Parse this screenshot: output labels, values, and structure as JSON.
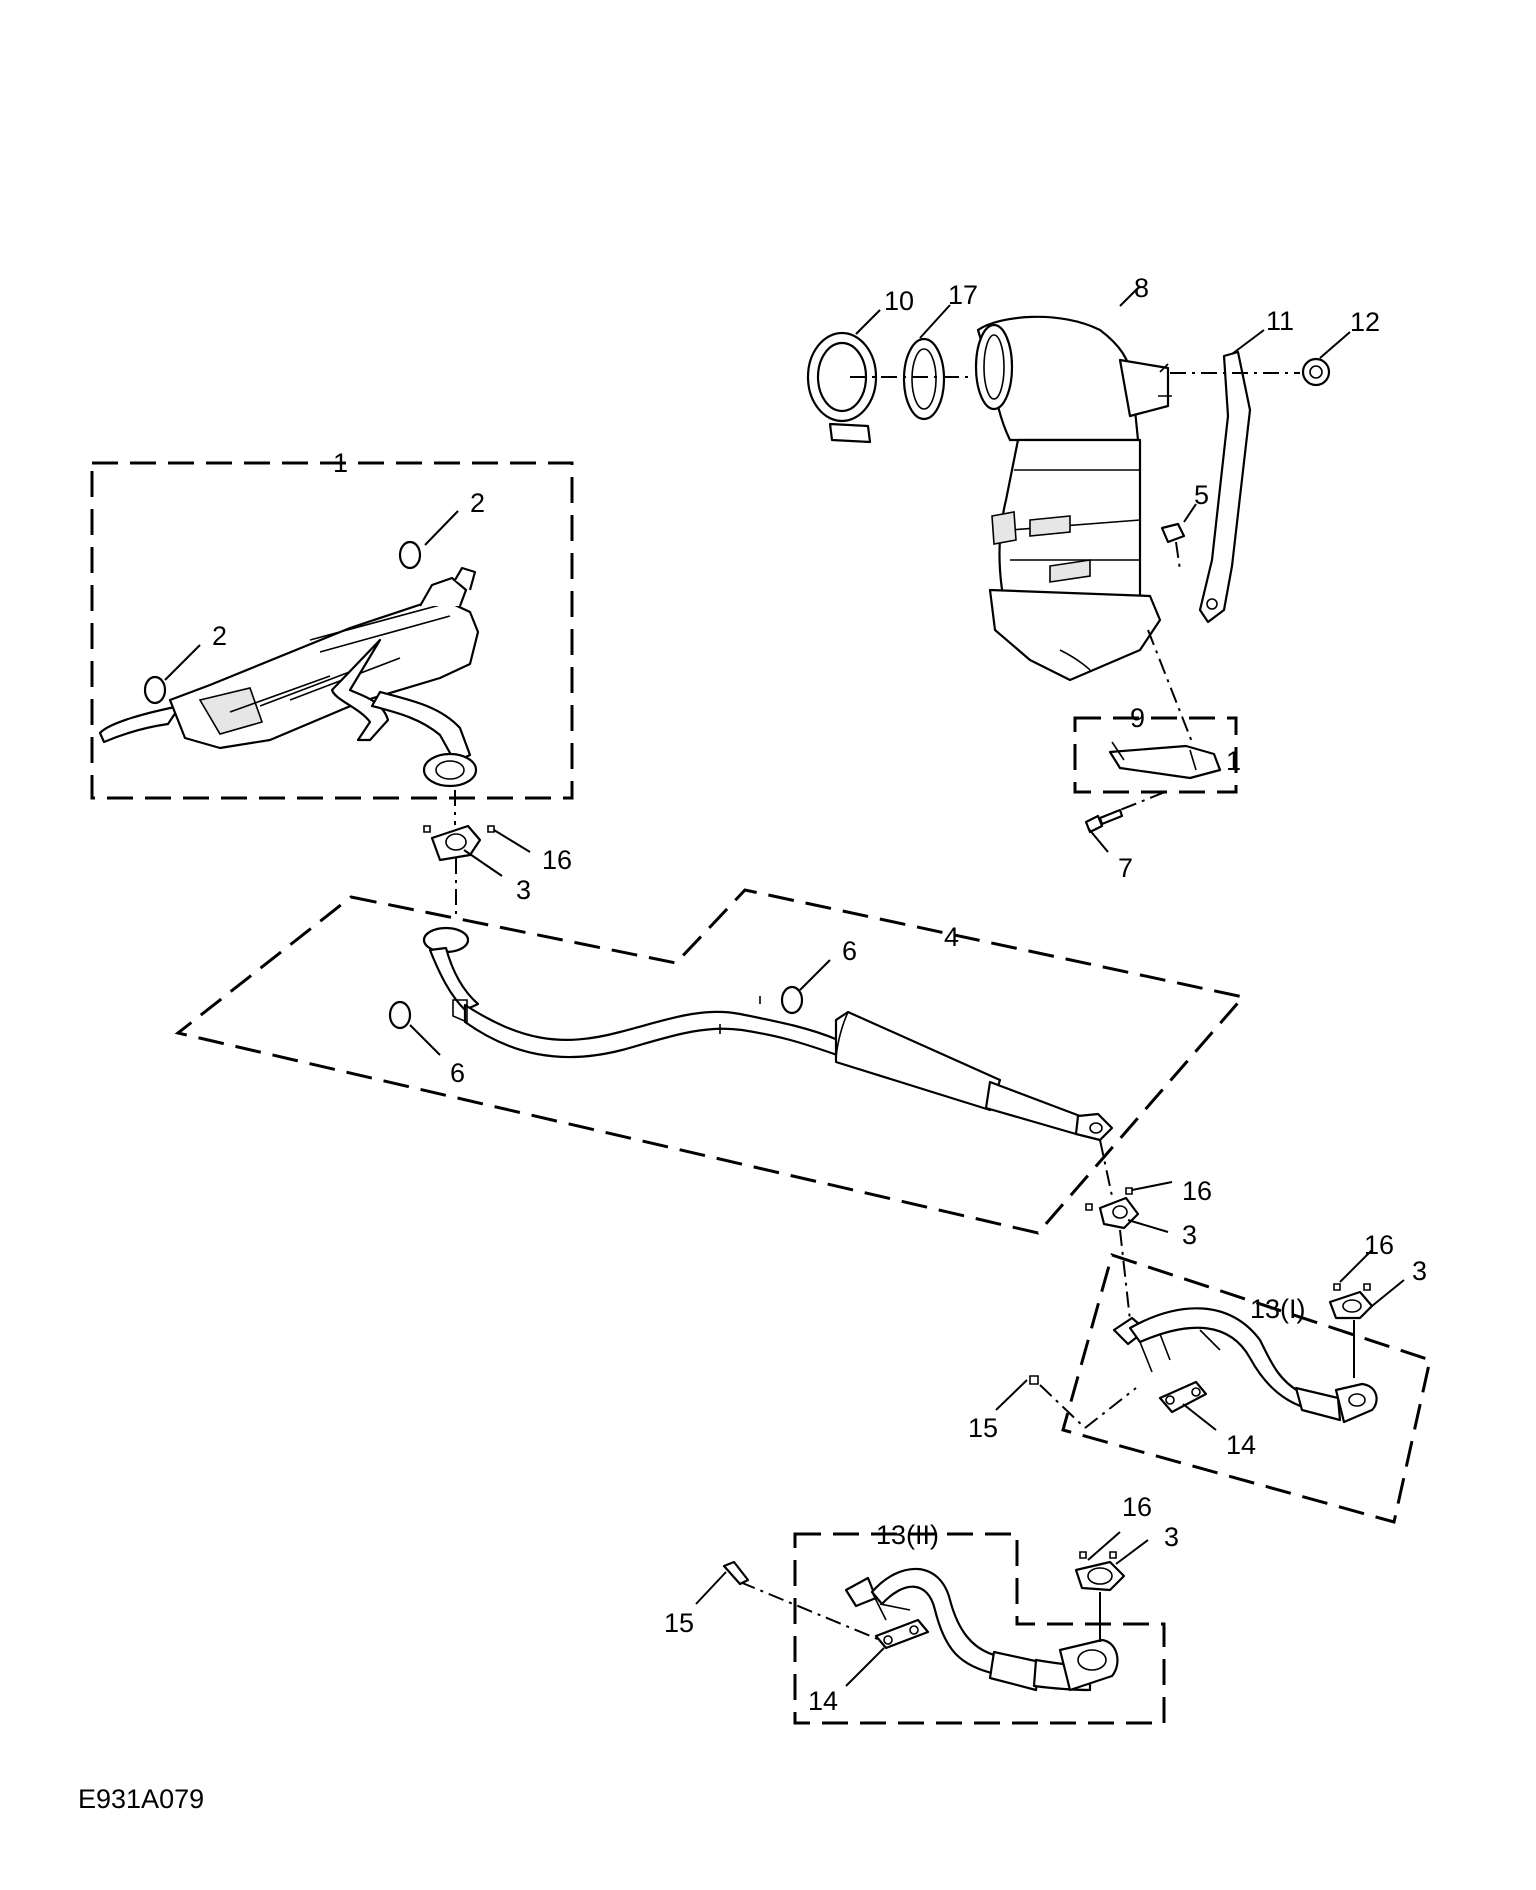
{
  "diagram_code": "E931A079",
  "callouts": {
    "c1": "1",
    "c2a": "2",
    "c2b": "2",
    "c3a": "3",
    "c3b": "3",
    "c3c": "3",
    "c3d": "3",
    "c4": "4",
    "c5": "5",
    "c6a": "6",
    "c6b": "6",
    "c7": "7",
    "c8": "8",
    "c9": "9",
    "c1b": "1",
    "c10": "10",
    "c11": "11",
    "c12": "12",
    "c13a": "13(I)",
    "c13b": "13(II)",
    "c14a": "14",
    "c14b": "14",
    "c15a": "15",
    "c15b": "15",
    "c16a": "16",
    "c16b": "16",
    "c16c": "16",
    "c16d": "16",
    "c17": "17"
  }
}
